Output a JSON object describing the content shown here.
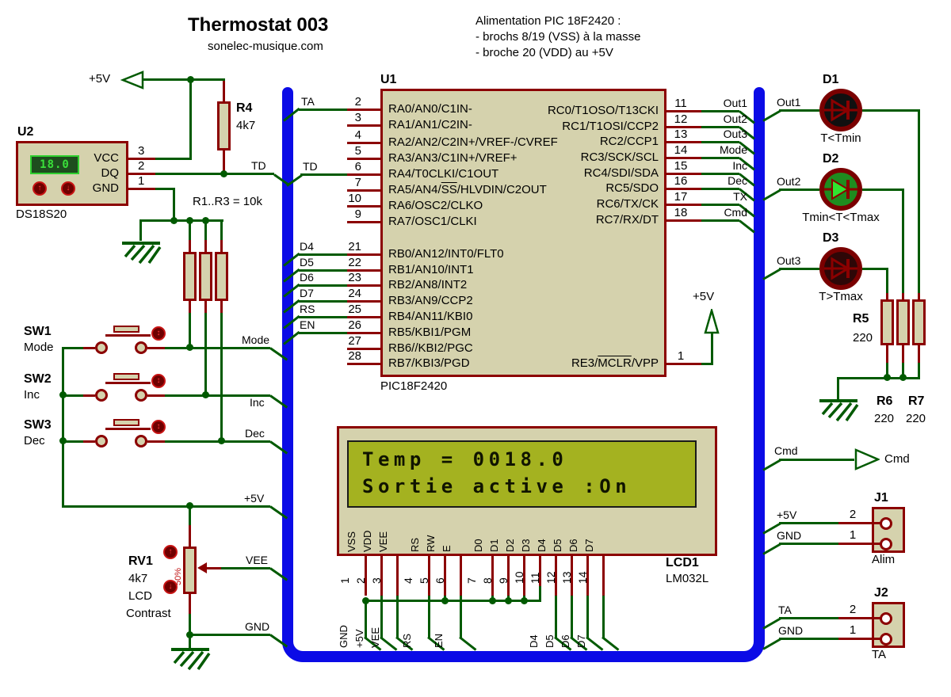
{
  "title": {
    "main": "Thermostat 003",
    "subtitle": "sonelec-musique.com"
  },
  "note": {
    "l1": "Alimentation PIC 18F2420 :",
    "l2": "- brochs 8/19 (VSS) à la masse",
    "l3": "- broche 20 (VDD) au +5V"
  },
  "power": {
    "plus5v": "+5V",
    "gnd": "GND"
  },
  "colors": {
    "wire": "#005A00",
    "bus": "#0B0BE6",
    "stub": "#8B0000",
    "body": "#D5D2AD",
    "lcd_screen": "#A4B220",
    "led_on": "#1F8C1F"
  },
  "u1": {
    "ref": "U1",
    "part": "PIC18F2420",
    "ra": [
      {
        "num": "2",
        "name": "RA0/AN0/C1IN-",
        "wire": "TA"
      },
      {
        "num": "3",
        "name": "RA1/AN1/C2IN-"
      },
      {
        "num": "4",
        "name": "RA2/AN2/C2IN+/VREF-/CVREF"
      },
      {
        "num": "5",
        "name": "RA3/AN3/C1IN+/VREF+"
      },
      {
        "num": "6",
        "name": "RA4/T0CLKI/C1OUT",
        "wire": "TD"
      },
      {
        "num": "7",
        "pre": "RA5/AN4/",
        "ov": "SS",
        "post": "/HLVDIN/C2OUT"
      },
      {
        "num": "10",
        "name": "RA6/OSC2/CLKO"
      },
      {
        "num": "9",
        "name": "RA7/OSC1/CLKI"
      }
    ],
    "rb": [
      {
        "num": "21",
        "name": "RB0/AN12/INT0/FLT0",
        "wire": "D4"
      },
      {
        "num": "22",
        "name": "RB1/AN10/INT1",
        "wire": "D5"
      },
      {
        "num": "23",
        "name": "RB2/AN8/INT2",
        "wire": "D6"
      },
      {
        "num": "24",
        "name": "RB3/AN9/CCP2",
        "wire": "D7"
      },
      {
        "num": "25",
        "name": "RB4/AN11/KBI0",
        "wire": "RS"
      },
      {
        "num": "26",
        "name": "RB5/KBI1/PGM",
        "wire": "EN"
      },
      {
        "num": "27",
        "name": "RB6//KBI2/PGC"
      },
      {
        "num": "28",
        "name": "RB7/KBI3/PGD"
      }
    ],
    "rc": [
      {
        "num": "11",
        "name": "RC0/T1OSO/T13CKI",
        "wire": "Out1"
      },
      {
        "num": "12",
        "name": "RC1/T1OSI/CCP2",
        "wire": "Out2"
      },
      {
        "num": "13",
        "name": "RC2/CCP1",
        "wire": "Out3"
      },
      {
        "num": "14",
        "name": "RC3/SCK/SCL",
        "wire": "Mode"
      },
      {
        "num": "15",
        "name": "RC4/SDI/SDA",
        "wire": "Inc"
      },
      {
        "num": "16",
        "name": "RC5/SDO",
        "wire": "Dec"
      },
      {
        "num": "17",
        "name": "RC6/TX/CK",
        "wire": "TX"
      },
      {
        "num": "18",
        "name": "RC7/RX/DT",
        "wire": "Cmd"
      }
    ],
    "re3": {
      "num": "1",
      "pre": "RE3/",
      "ov": "MCLR",
      "post": "/VPP",
      "supply": "+5V"
    }
  },
  "u2": {
    "ref": "U2",
    "part": "DS18S20",
    "display": "18.0",
    "pins": [
      {
        "num": "3",
        "name": "VCC"
      },
      {
        "num": "2",
        "name": "DQ"
      },
      {
        "num": "1",
        "name": "GND"
      }
    ],
    "wire_td": "TD",
    "wire_ta": "TA"
  },
  "r4": {
    "ref": "R4",
    "value": "4k7"
  },
  "r123_note": "R1..R3 = 10k",
  "switches": [
    {
      "ref": "SW1",
      "func": "Mode"
    },
    {
      "ref": "SW2",
      "func": "Inc"
    },
    {
      "ref": "SW3",
      "func": "Dec"
    }
  ],
  "rails": {
    "plus5v": "+5V",
    "vee": "VEE",
    "gnd": "GND"
  },
  "rv1": {
    "ref": "RV1",
    "value": "4k7",
    "desc1": "LCD",
    "desc2": "Contrast",
    "setting": "50%"
  },
  "lcd": {
    "ref": "LCD1",
    "part": "LM032L",
    "line1": "Temp = 0018.0",
    "line2": "Sortie active :On",
    "pin_names": [
      "VSS",
      "VDD",
      "VEE",
      "RS",
      "RW",
      "E",
      "D0",
      "D1",
      "D2",
      "D3",
      "D4",
      "D5",
      "D6",
      "D7"
    ],
    "pin_nums": [
      "1",
      "2",
      "3",
      "4",
      "5",
      "6",
      "7",
      "8",
      "9",
      "10",
      "11",
      "12",
      "13",
      "14"
    ],
    "drop_labels": [
      "GND",
      "+5V",
      "VEE",
      "RS",
      "EN",
      "D4",
      "D5",
      "D6",
      "D7"
    ]
  },
  "leds": [
    {
      "ref": "D1",
      "caption": "T<Tmin",
      "wire": "Out1"
    },
    {
      "ref": "D2",
      "caption": "Tmin<T<Tmax",
      "wire": "Out2"
    },
    {
      "ref": "D3",
      "caption": "T>Tmax",
      "wire": "Out3"
    }
  ],
  "resistors": [
    {
      "ref": "R5",
      "value": "220"
    },
    {
      "ref": "R6",
      "value": "220"
    },
    {
      "ref": "R7",
      "value": "220"
    }
  ],
  "cmd": {
    "label": "Cmd"
  },
  "j1": {
    "ref": "J1",
    "caption": "Alim",
    "pin2": {
      "num": "2",
      "wire": "+5V"
    },
    "pin1": {
      "num": "1",
      "wire": "GND"
    }
  },
  "j2": {
    "ref": "J2",
    "caption": "TA",
    "pin2": {
      "num": "2",
      "wire": "TA"
    },
    "pin1": {
      "num": "1",
      "wire": "GND"
    }
  }
}
